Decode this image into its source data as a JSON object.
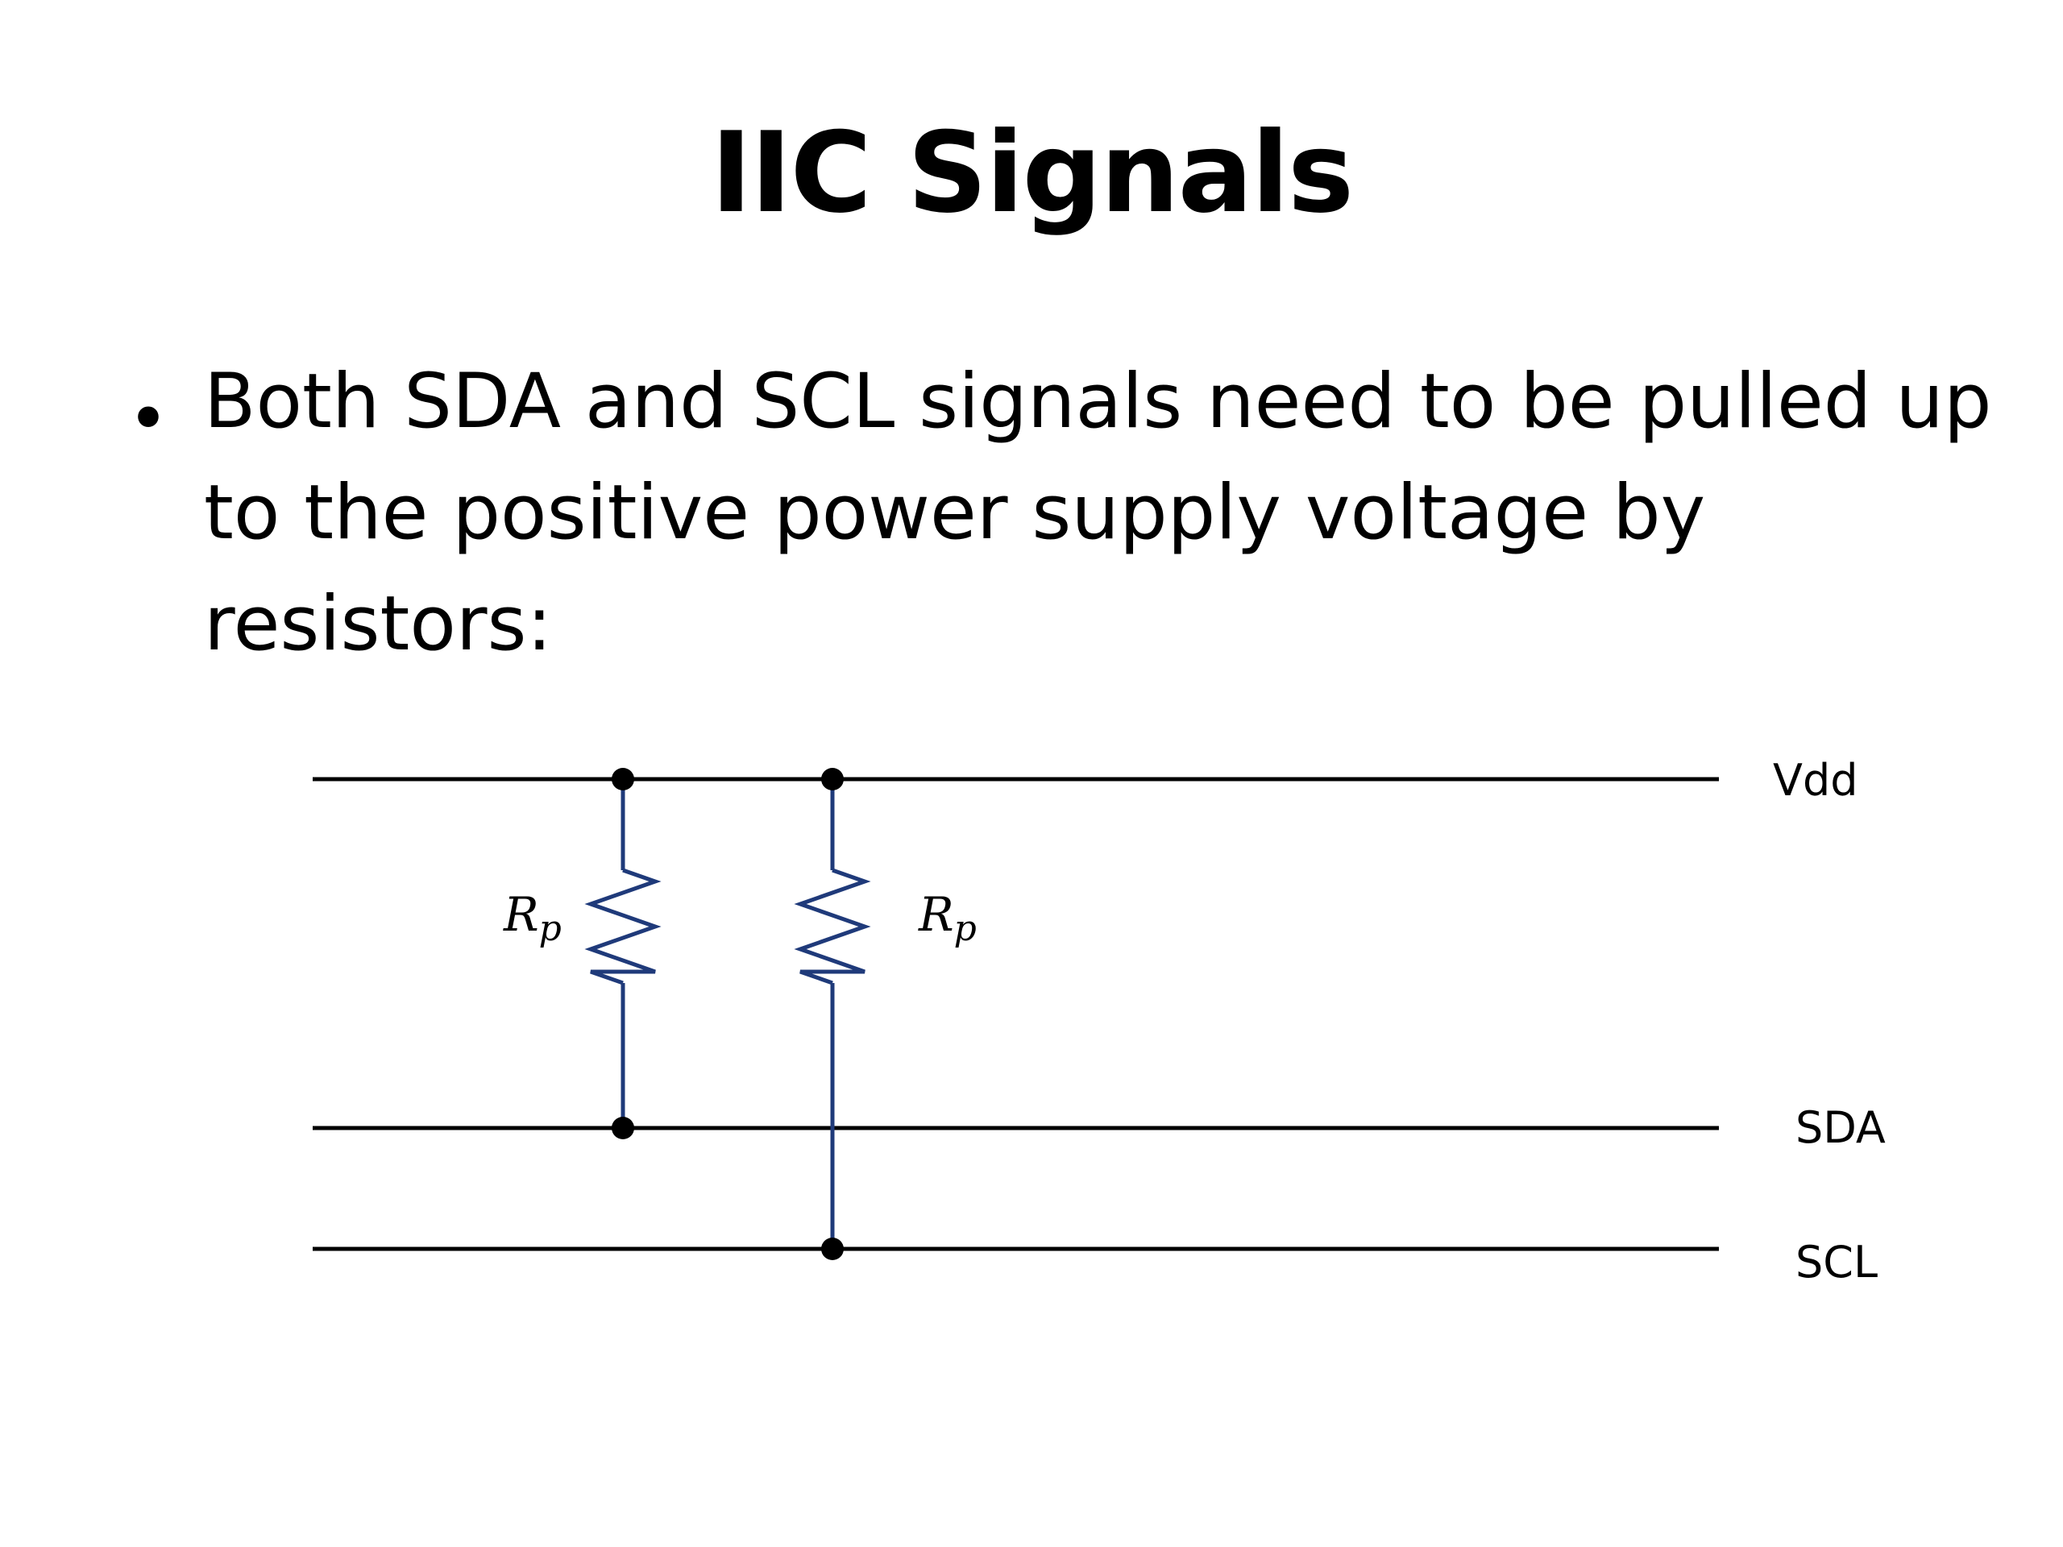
{
  "slide": {
    "title": "IIC Signals",
    "bullet_marker": "•",
    "bullet_text": "Both SDA and SCL signals need to be pulled up to the positive power supply voltage by resistors:"
  },
  "diagram": {
    "rails": {
      "vdd": "Vdd",
      "sda": "SDA",
      "scl": "SCL"
    },
    "resistors": [
      {
        "symbol": "R",
        "subscript": "p",
        "connects": "Vdd to SDA"
      },
      {
        "symbol": "R",
        "subscript": "p",
        "connects": "Vdd to SCL"
      }
    ],
    "colors": {
      "rail": "#000000",
      "resistor_wire": "#1f3a7a",
      "node": "#000000"
    }
  }
}
